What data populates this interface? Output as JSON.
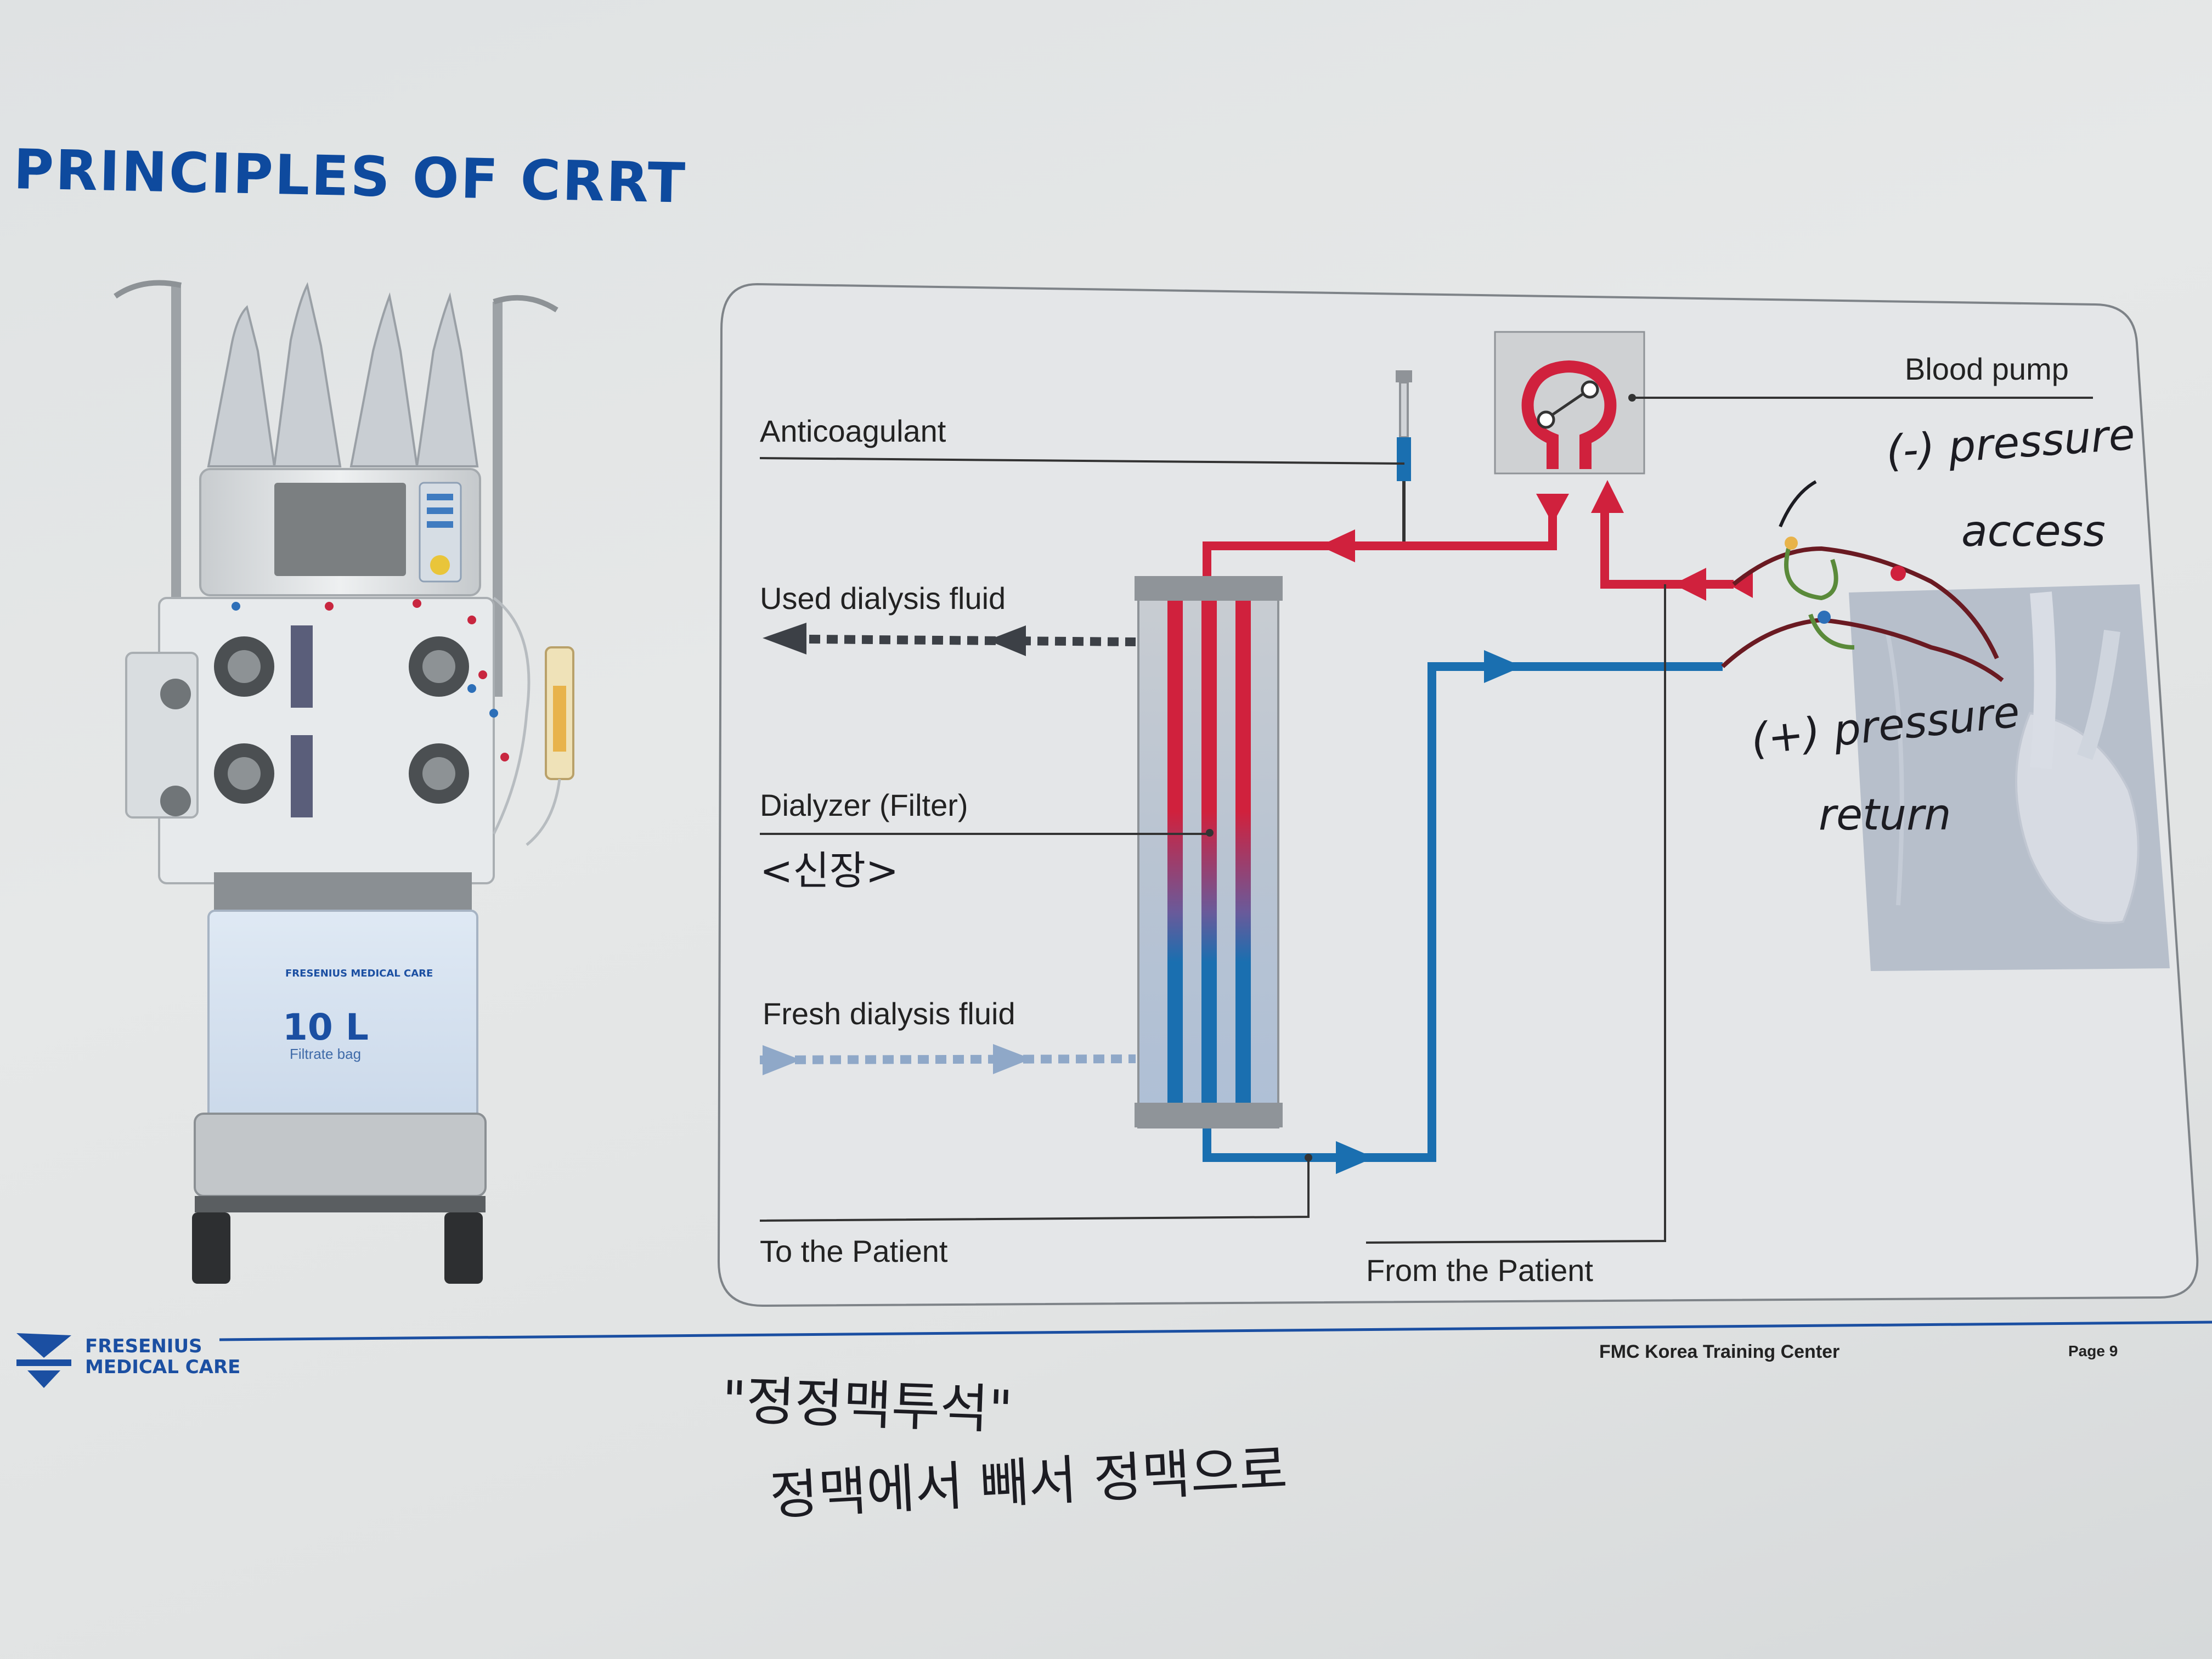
{
  "slide": {
    "title": "PRINCIPLES OF CRRT"
  },
  "diagram": {
    "labels": {
      "blood_pump": "Blood pump",
      "anticoagulant": "Anticoagulant",
      "used_dialysis_fluid": "Used dialysis fluid",
      "dialyzer": "Dialyzer (Filter)",
      "fresh_dialysis_fluid": "Fresh dialysis fluid",
      "to_patient": "To the Patient",
      "from_patient": "From the Patient"
    },
    "colors": {
      "arterial": "#d0213d",
      "venous": "#1a6fb0",
      "dialysate_used": "#3c4046",
      "dialysate_fresh": "#8fa8c8"
    }
  },
  "machine": {
    "filtrate_bag_volume": "10 L",
    "filtrate_bag_label": "Filtrate bag",
    "bag_brand": "FRESENIUS MEDICAL CARE"
  },
  "footer": {
    "brand_line1": "FRESENIUS",
    "brand_line2": "MEDICAL CARE",
    "center": "FMC Korea Training Center",
    "page": "Page 9"
  },
  "handwriting": {
    "access_note_1": "(-) pressure",
    "access_note_2": "access",
    "return_note_1": "(+) pressure",
    "return_note_2": "return",
    "dialyzer_note": "<신장>",
    "bottom_line_1": "\"정정맥투석\"",
    "bottom_line_2": "정맥에서 빼서 정맥으로"
  }
}
